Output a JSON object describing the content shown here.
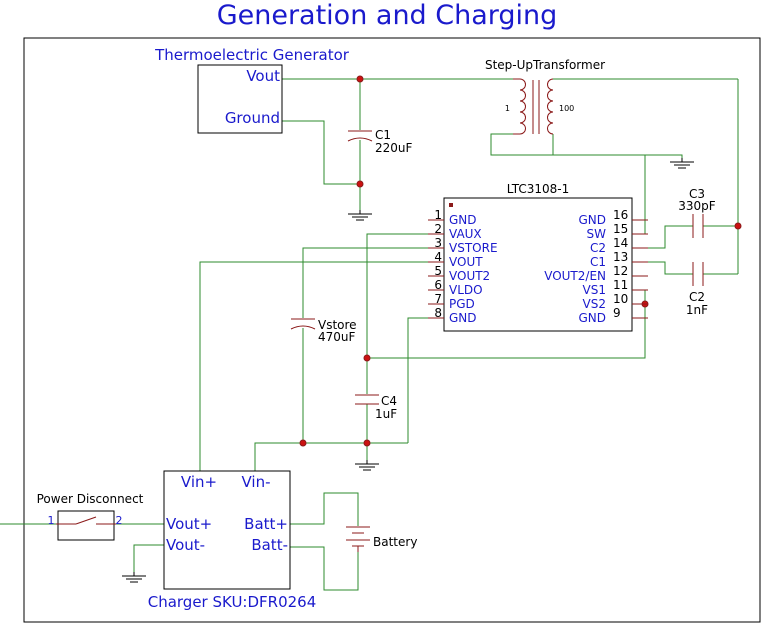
{
  "title": "Generation and Charging",
  "teg": {
    "name": "Thermoelectric Generator",
    "vout": "Vout",
    "ground": "Ground"
  },
  "transformer": {
    "name": "Step-UpTransformer",
    "pin1": "1",
    "pin100": "100"
  },
  "c1": {
    "ref": "C1",
    "value": "220uF"
  },
  "c2": {
    "ref": "C2",
    "value": "1nF"
  },
  "c3": {
    "ref": "C3",
    "value": "330pF"
  },
  "c4": {
    "ref": "C4",
    "value": "1uF"
  },
  "vstore": {
    "ref": "Vstore",
    "value": "470uF"
  },
  "ic": {
    "name": "LTC3108-1",
    "left": [
      {
        "num": "1",
        "label": "GND"
      },
      {
        "num": "2",
        "label": "VAUX"
      },
      {
        "num": "3",
        "label": "VSTORE"
      },
      {
        "num": "4",
        "label": "VOUT"
      },
      {
        "num": "5",
        "label": "VOUT2"
      },
      {
        "num": "6",
        "label": "VLDO"
      },
      {
        "num": "7",
        "label": "PGD"
      },
      {
        "num": "8",
        "label": "GND"
      }
    ],
    "right": [
      {
        "num": "16",
        "label": "GND"
      },
      {
        "num": "15",
        "label": "SW"
      },
      {
        "num": "14",
        "label": "C2"
      },
      {
        "num": "13",
        "label": "C1"
      },
      {
        "num": "12",
        "label": "VOUT2/EN"
      },
      {
        "num": "11",
        "label": "VS1"
      },
      {
        "num": "10",
        "label": "VS2"
      },
      {
        "num": "9",
        "label": "GND"
      }
    ]
  },
  "charger": {
    "name": "Charger SKU:DFR0264",
    "vin_plus": "Vin+",
    "vin_minus": "Vin-",
    "vout_plus": "Vout+",
    "vout_minus": "Vout-",
    "batt_plus": "Batt+",
    "batt_minus": "Batt-"
  },
  "switch": {
    "name": "Power Disconnect",
    "pin1": "1",
    "pin2": "2"
  },
  "battery": {
    "name": "Battery"
  }
}
